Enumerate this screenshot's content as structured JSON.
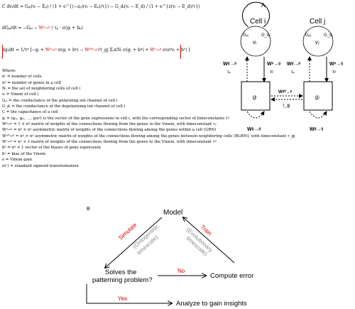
{
  "panel_a": {
    "letter": "A",
    "equations": {
      "eq1": "C dvᵢ/dt = Gₚᵢ(vᵢ − Eₚ) / (1 + e^{(−zₚ)(vᵢ − Eₚ)/τ}) − G_dᵢ(vᵢ − E_d) / (1 + e^{z(vᵢ − E_d)/τ})",
      "eq2_left": "dGₚᵢ/dt = −Gₚᵢ − ",
      "eq2_red": "Wᵍ→ᵖ",
      "eq2_right": " / τₚ · σ(gᵢ + bₚ)",
      "eq3_left": "dgᵢ/dt = 1/τᵍ [−gᵢ + ",
      "eq3_red1": "Wᵍ→ᵍ",
      "eq3_mid": " σ(gᵢ + bᵍ) − ",
      "eq3_red2": "Wᵍᴴ→ᵍ",
      "eq3_mid2": "/τ_gj Σⱼ∈Nᵢ σ(gⱼ + bᵍ) + ",
      "eq3_red3": "Wᵛ→ᵍ",
      "eq3_end": " σ(eᵇvᵢ + bᵛ) ]"
    },
    "where_label": "Where:",
    "definitions": [
      "nᶜ = number of cells",
      "nᵍ = number of genes in a cell",
      "Nᵢ = the set of neighboring cells of cell i",
      "vᵢ = Vmem of cell i",
      "Gₚᵢ = the conductance of the polarizing ion channel of cell i",
      "G_dᵢ = the conductance of the depolarizing ion channel of cell i",
      "C = the capacitance of a cell",
      "gᵢ = (gᵢ₁, gᵢ₂, …, gᵢnᵍ) is the vector of the gene expressions in cell i, with the corresponding vector of timeconstants τᵍ",
      "Wᵍ→ᵖ = 1 × nᵍ matrix of weights of the connections flowing from the genes to the Vmem, with timeconstant τₚ",
      "Wᵍ→ᵍ = nᵍ × nᵍ asymmetric matrix of weights of the connections flowing among the genes within a cell (GRN)",
      "Wᵍᴴ→ᵍ = nᵍ × nᵍ asymmetric matrix of weights of the connections flowing among the genes between neighboring cells (BGRN), with timeconstant τ_gj",
      "Wᵛ→ᵍ = nᵍ × 1 matrix of weights of the connections flowing from the genes to the Vmem, with timeconstant τᵍ",
      "bᵍ = nᵍ × 1 vector of the biases of gene expression",
      "bᵛ = bias of the Vmem",
      "e = Vmem gain",
      "σ(·) = standard sigmoid transformation"
    ]
  },
  "panel_diagram": {
    "letter": "A",
    "cell_i_label": "Cell i",
    "cell_j_label": "Cell j",
    "gp_i": "Gₚᵢ",
    "gd_i": "G_dᵢ",
    "gp_j": "Gₚⱼ",
    "gd_j": "G_dⱼ",
    "v_i": "vᵢ",
    "v_j": "vⱼ",
    "g_i": "gᵢ",
    "g_j": "gⱼ",
    "w_gp_i": "Wᵍ→ᵖ",
    "tau_p_i": "τₚ",
    "w_vg_i": "Wᵛ→ᵍ",
    "tau_g_i": "τᵍ",
    "w_gp_j": "Wᵍ→ᵖ",
    "tau_p_j": "τₚ",
    "w_vg_j": "Wᵛ→ᵍ",
    "tau_g_j": "τᵍ",
    "w_bgrn": "Wᵍᴴ→ᵍ",
    "tau_gj": "τ_gj",
    "w_grn_i": "Wᵍ→ᵍ",
    "w_grn_j": "Wᵍ→ᵍ"
  },
  "panel_b": {
    "letter": "B",
    "model": "Model",
    "simulate": "Simulate",
    "simulate_sub1": "(Ontogenetic",
    "simulate_sub2": "timescale)",
    "train": "Train",
    "train_sub1": "(Evolutionary",
    "train_sub2": "timescale)",
    "solves1": "Solves the",
    "solves2": "patterning problem?",
    "no": "No",
    "compute_error": "Compute error",
    "yes": "Yes",
    "analyze": "Analyze to gain insights"
  },
  "colors": {
    "accent_red": "#d00000",
    "gray_text": "#888888",
    "line": "#000000"
  }
}
